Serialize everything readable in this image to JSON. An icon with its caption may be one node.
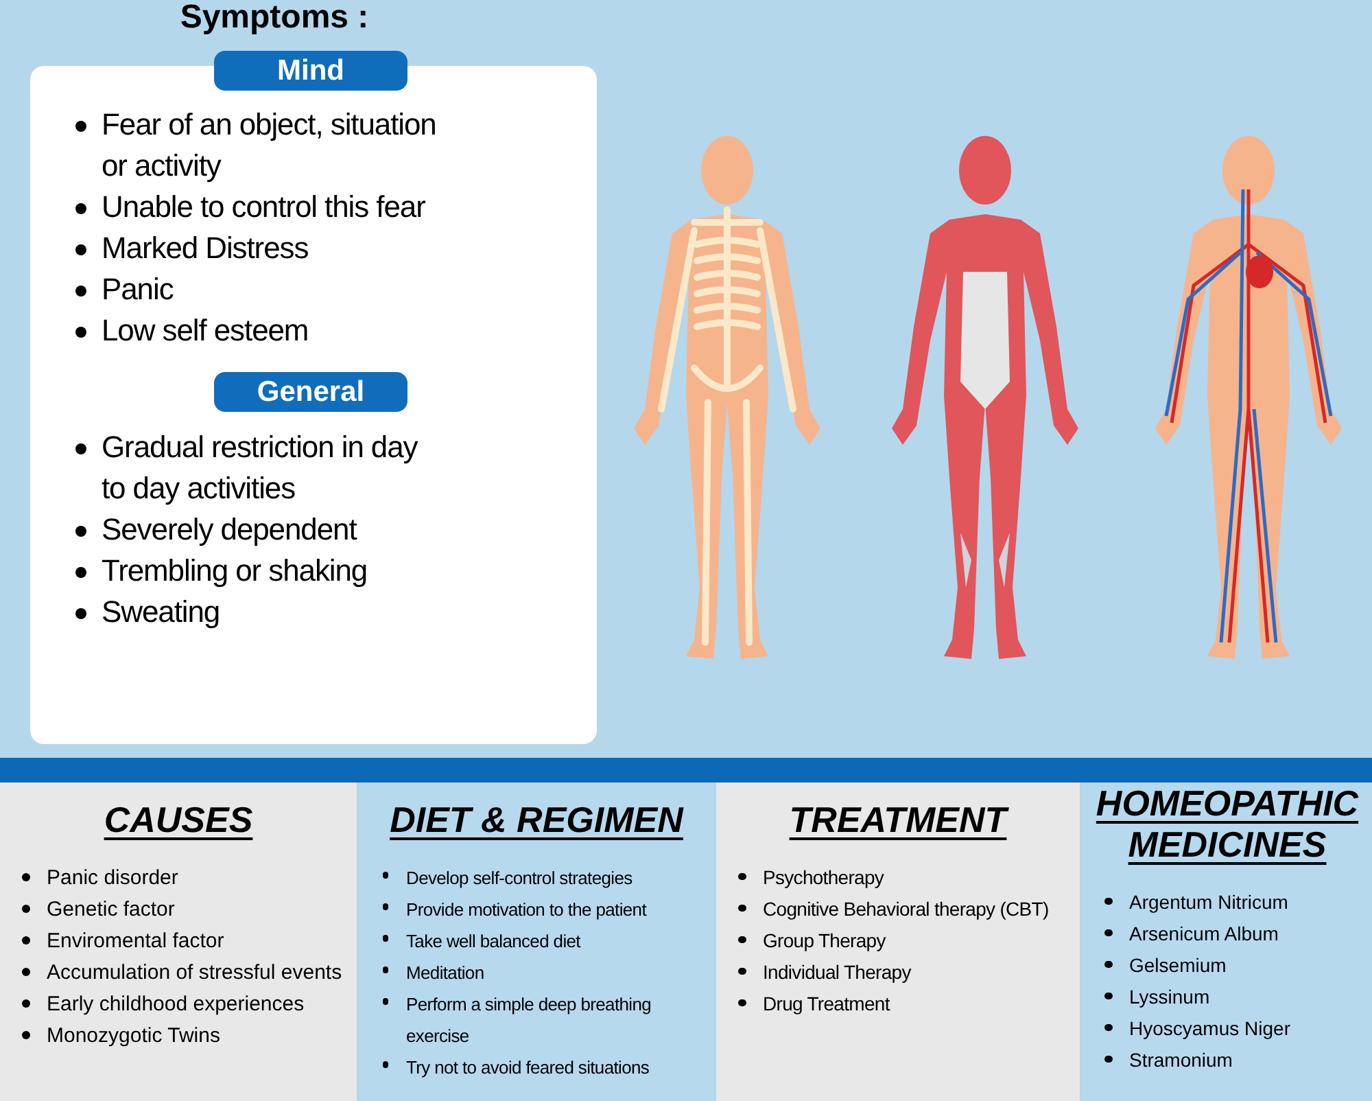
{
  "diagram": {
    "title": "Symptoms :",
    "nodes": [
      {
        "text": [
          "Fear of an object, situation or activity",
          "Unable to control this fear",
          "Marked Distress",
          "Panic",
          "Low self esteem",
          "Gradual restriction in day to day activities",
          "Severely dependent",
          "Trembling or shaking",
          "Sweating"
        ]
      },
      {
        "text": [
          "Mind"
        ]
      },
      {
        "text": [
          "General"
        ],
        "in": 0
      },
      {
        "text": [],
        "shape": "bar"
      },
      {
        "text": [
          "CAUSES",
          "Panic disorder",
          "Genetic factor",
          "Enviromental factor",
          "Accumulation of stressful events",
          "Early childhood experiences",
          "Monozygotic Twins"
        ]
      },
      {
        "text": [
          "DIET & REGIMEN",
          "Develop self-control strategies",
          "Provide motivation to the patient",
          "Take well balanced diet",
          "Meditation",
          "Perform a simple deep breathing exercise",
          "Try not to avoid feared situations"
        ]
      },
      {
        "text": [
          "TREATMENT",
          "Psychotherapy",
          "Cognitive Behavioral therapy (CBT)",
          "Group Therapy",
          "Individual Therapy",
          "Drug Treatment"
        ]
      },
      {
        "text": [
          "HOMEOPATHIC MEDICINES",
          "Argentum Nitricum",
          "Arsenicum Album",
          "Gelsemium",
          "Lyssinum",
          "Hyoscyamus Niger",
          "Stramonium"
        ]
      }
    ]
  }
}
